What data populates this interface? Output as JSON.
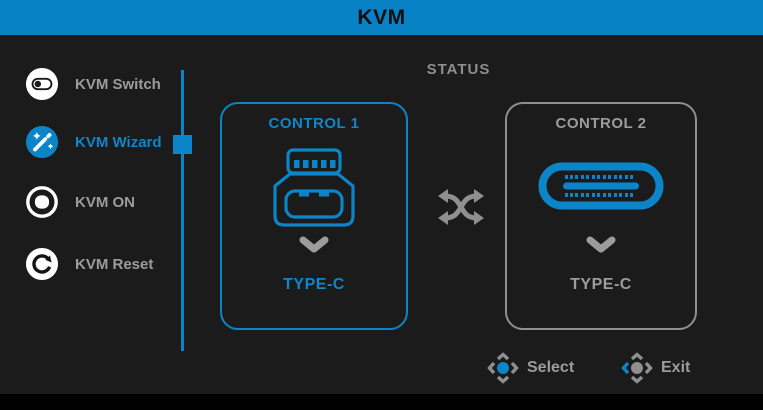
{
  "header": {
    "title": "KVM"
  },
  "sidebar": {
    "items": [
      {
        "label": "KVM Switch",
        "icon": "toggle-switch-icon",
        "selected": false
      },
      {
        "label": "KVM Wizard",
        "icon": "magic-wand-icon",
        "selected": true
      },
      {
        "label": "KVM ON",
        "icon": "power-ring-icon",
        "selected": false
      },
      {
        "label": "KVM Reset",
        "icon": "reset-arrow-icon",
        "selected": false
      }
    ]
  },
  "status": {
    "heading": "STATUS",
    "controls": [
      {
        "title": "CONTROL 1",
        "connector": "usb-type-b",
        "port": "TYPE-C",
        "active": true
      },
      {
        "title": "CONTROL 2",
        "connector": "usb-type-c",
        "port": "TYPE-C",
        "active": false
      }
    ],
    "swap_icon": "shuffle-icon"
  },
  "hints": {
    "select_label": "Select",
    "exit_label": "Exit"
  },
  "colors": {
    "header_blue": "#0981c5",
    "accent_blue": "#0c84c8",
    "accent_text_blue": "#0f86ca",
    "inactive_gray": "#9c9c9c",
    "border_gray": "#8f8f8f",
    "background": "#1b1b1b",
    "outer_black": "#000000"
  }
}
